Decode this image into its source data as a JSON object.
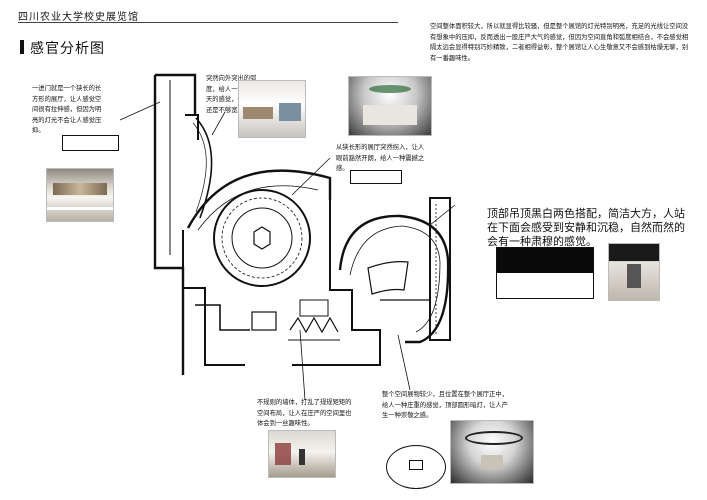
{
  "header": {
    "museum_name": "四川农业大学校史展览馆"
  },
  "page": {
    "title": "感官分析图"
  },
  "annotations": {
    "entrance": "一进门就是一个狭长的长方形的展厅，让人感觉空间很有拉伸感，但因为明亮的灯光不会让人感觉压抑。",
    "arc": "突然向外突出的弧度，给人一种别有洞天的感觉，但又感觉还是不够宽阔。",
    "hall": "从狭长形的展厅突然拐入，让人眼前豁然开朗，给人一种震撼之感。",
    "overall": "空间整体面积较大，所以就显得比较骚，但是整个展馆的灯光特别明亮，充足的光线让空间没有想象中的压抑，反而透出一股庄严大气的感觉，但因为空间直角和弧度相结合，不会感觉相隔太远会显得特别巧妙精致，二者相得益彰，整个展馆让人心生敬意又不会感到枯燥无聊，别有一番趣味性。",
    "ceiling": "顶部吊顶黑白两色搭配，简洁大方，人站在下面会感受到安静和沉稳，自然而然的会有一种肃穆的感觉。",
    "wall": "不规则的墙体，打乱了规规矩矩的空间布局，让人在庄严的空间里也体会到一丝趣味性。",
    "exhibit": "整个空间展物较少，且位置在整个展厅正中，给人一种庄重的感觉，顶部圆形暗灯，让人产生一种崇敬之感。"
  },
  "colors": {
    "line": "#111111",
    "dark": "#0a0a0a",
    "light": "#ffffff"
  }
}
